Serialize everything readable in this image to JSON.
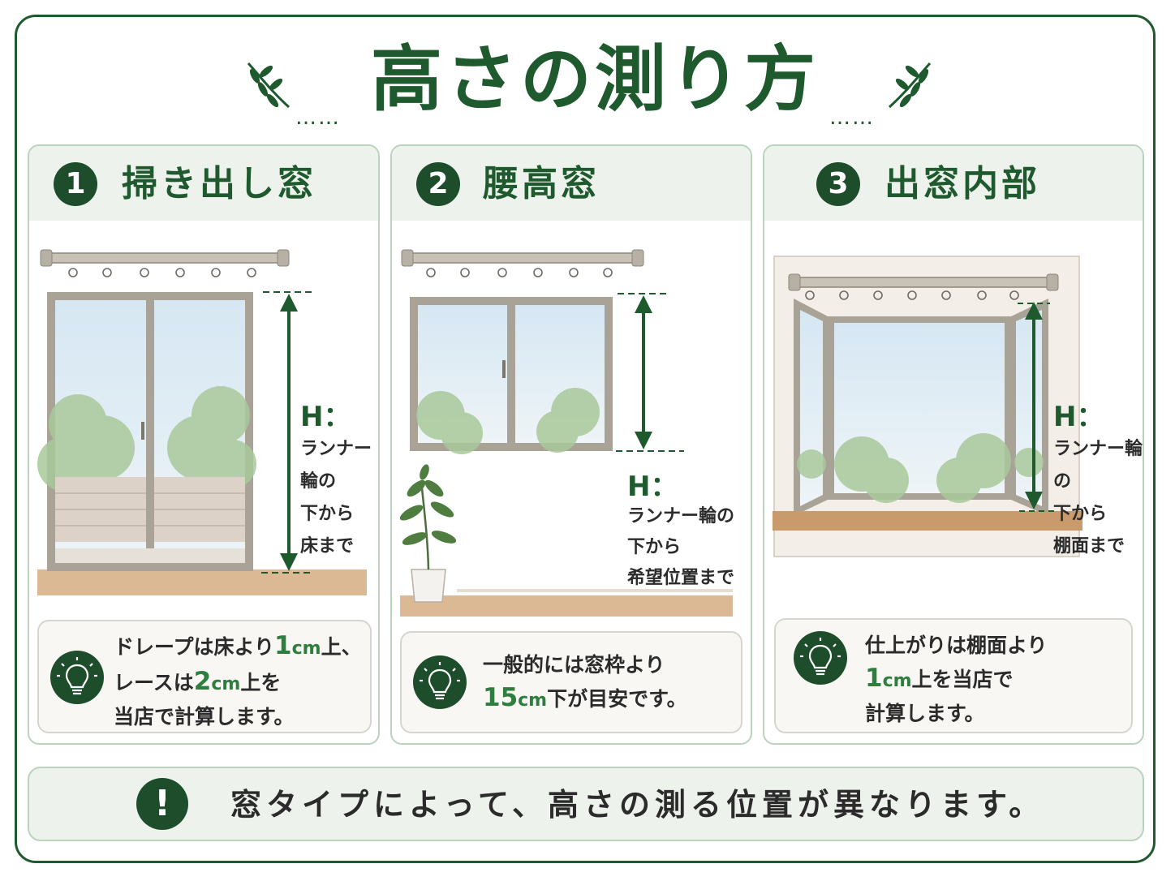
{
  "title": "高さの測り方",
  "title_dots_left": "……",
  "title_dots_right": "……",
  "cards": [
    {
      "number": "1",
      "title": "掃き出し窓",
      "h_label": "H：",
      "h_lines": [
        "ランナー輪の",
        "下から",
        "床まで"
      ],
      "note": {
        "line1_pre": "ドレープは床より",
        "line1_num": "1",
        "line1_unit": "cm",
        "line1_post": "上、",
        "line2_pre": "レースは",
        "line2_num": "2",
        "line2_unit": "cm",
        "line2_post": "上を",
        "line3": "当店で計算します。"
      }
    },
    {
      "number": "2",
      "title": "腰高窓",
      "h_label": "H：",
      "h_lines": [
        "ランナー輪の",
        "下から",
        "希望位置まで"
      ],
      "note": {
        "line1": "一般的には窓枠より",
        "line2_num": "15",
        "line2_unit": "cm",
        "line2_post": "下が目安です。"
      }
    },
    {
      "number": "3",
      "title": "出窓内部",
      "h_label": "H：",
      "h_lines": [
        "ランナー輪の",
        "下から",
        "棚面まで"
      ],
      "note": {
        "line1": "仕上がりは棚面より",
        "line2_num": "1",
        "line2_unit": "cm",
        "line2_post": "上を当店で",
        "line3": "計算します。"
      }
    }
  ],
  "bottom_note": {
    "icon": "!",
    "text": "窓タイプによって、高さの測る位置が異なります。"
  },
  "colors": {
    "primary_green": "#1e5a2d",
    "dark_green": "#1e4d2b",
    "highlight_green": "#2f7d3f",
    "header_bg": "#eef2ec",
    "floor": "#d9b48e",
    "frame": "#a8a297"
  },
  "icons": [
    "leaf-sprig-icon",
    "lightbulb-icon",
    "exclamation-icon",
    "plant-icon"
  ]
}
